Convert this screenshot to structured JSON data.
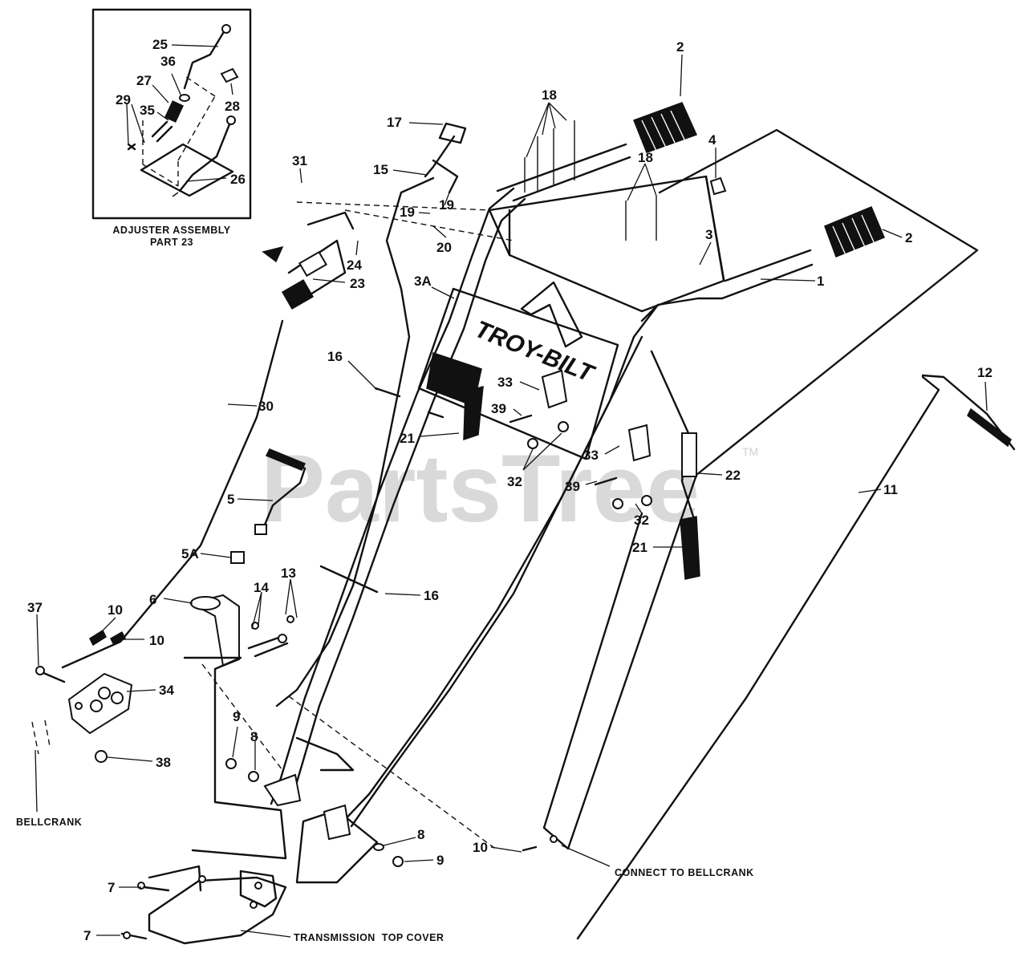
{
  "watermark": {
    "text": "PartsTree",
    "trademark": "TM"
  },
  "brand_logo": "TROY-BILT",
  "inset": {
    "caption_line1": "ADJUSTER ASSEMBLY",
    "caption_line2": "PART 23"
  },
  "labels": {
    "bellcrank": "BELLCRANK",
    "connect_to_bellcrank": "CONNECT TO BELLCRANK",
    "transmission_top_cover": "TRANSMISSION  TOP COVER"
  },
  "callouts": [
    "25",
    "36",
    "27",
    "28",
    "29",
    "35",
    "26",
    "2",
    "18",
    "17",
    "15",
    "31",
    "19",
    "19",
    "18",
    "4",
    "20",
    "24",
    "23",
    "3",
    "2",
    "1",
    "3A",
    "16",
    "33",
    "39",
    "21",
    "32",
    "30",
    "12",
    "33",
    "22",
    "39",
    "5",
    "32",
    "11",
    "5A",
    "21",
    "13",
    "14",
    "6",
    "16",
    "37",
    "10",
    "10",
    "34",
    "9",
    "8",
    "38",
    "8",
    "10",
    "9",
    "7",
    "7"
  ]
}
